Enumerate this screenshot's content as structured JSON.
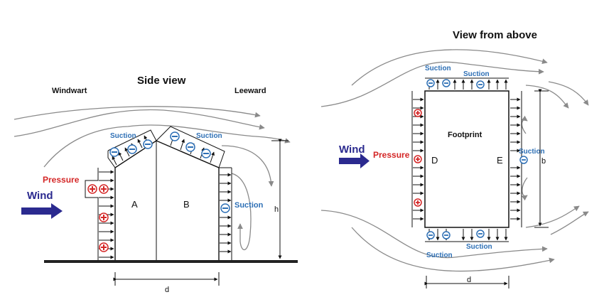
{
  "side_view": {
    "title": "Side view",
    "windward_label": "Windwart",
    "leeward_label": "Leeward",
    "wind_label": "Wind",
    "pressure_label": "Pressure",
    "suction_roof_left": "Suction",
    "suction_roof_right": "Suction",
    "suction_leeward": "Suction",
    "zone_a": "A",
    "zone_b": "B",
    "height_label": "h",
    "depth_label": "d"
  },
  "top_view": {
    "title": "View from above",
    "wind_label": "Wind",
    "pressure_label": "Pressure",
    "suction_top_left": "Suction",
    "suction_top_right": "Suction",
    "suction_bottom_left": "Suction",
    "suction_bottom_right": "Suction",
    "suction_right": "Suction",
    "footprint_label": "Footprint",
    "zone_d": "D",
    "zone_e": "E",
    "width_label": "b",
    "depth_label": "d"
  },
  "colors": {
    "pressure": "#d42626",
    "suction": "#2d6fb5",
    "wind_arrow": "#2b2a8f",
    "flow_lines": "#8a8a8a"
  }
}
